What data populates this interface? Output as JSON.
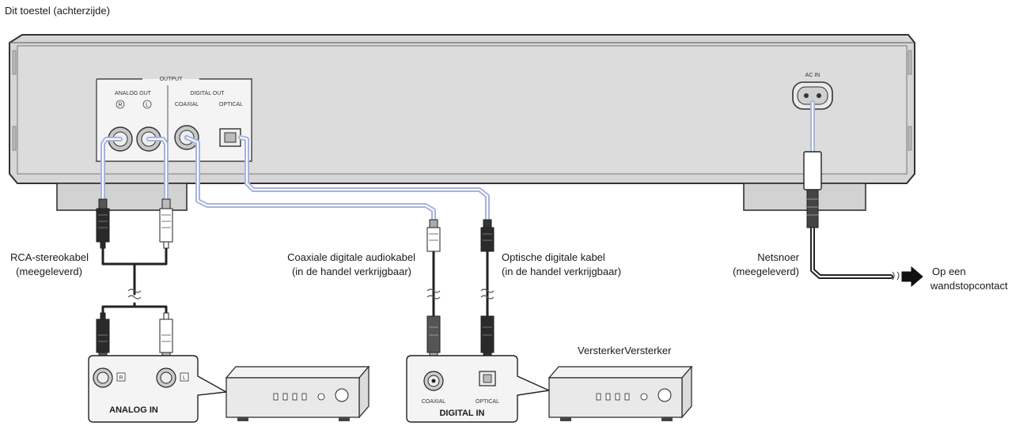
{
  "device_title": "Dit toestel (achterzijde)",
  "panel": {
    "output": "OUTPUT",
    "analog_out": "ANALOG OUT",
    "r": "R",
    "l": "L",
    "digital_out": "DIGITAL OUT",
    "coaxial": "COAXIAL",
    "optical": "OPTICAL",
    "ac_in": "AC IN"
  },
  "cables": {
    "rca_line1": "RCA-stereokabel",
    "rca_line2": "(meegeleverd)",
    "coax_line1": "Coaxiale digitale audiokabel",
    "coax_line2": "(in de handel verkrijgbaar)",
    "optical_line1": "Optische digitale kabel",
    "optical_line2": "(in de handel verkrijgbaar)",
    "power_line1": "Netsnoer",
    "power_line2": "(meegeleverd)",
    "outlet_line1": "Op een",
    "outlet_line2": "wandstopcontact"
  },
  "inputs": {
    "analog_in": "ANALOG IN",
    "digital_in": "DIGITAL  IN",
    "coaxial": "COAXIAL",
    "optical": "OPTICAL",
    "r": "R",
    "l": "L"
  },
  "amplifier_label": "VersterkerVersterker",
  "colors": {
    "chassis": "#d9d9d9",
    "cable_blue": "#a7b3dc",
    "cable_black": "#222222"
  }
}
